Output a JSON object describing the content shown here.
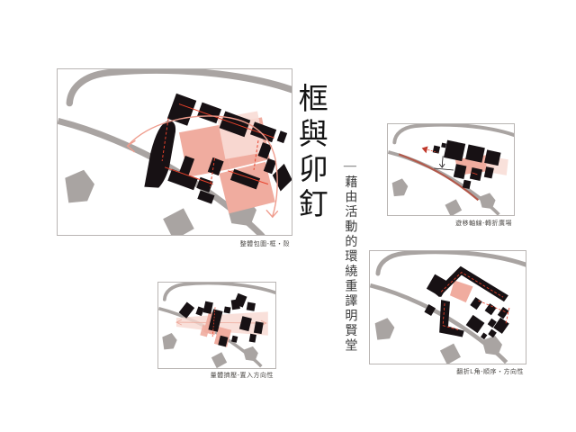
{
  "board": {
    "type": "architecture-concept-board",
    "background": "#ffffff"
  },
  "title": {
    "main": "框與卯釘",
    "subtitle": "—藉由活動的環繞重譯明賢堂"
  },
  "diagrams": {
    "overview": {
      "caption": "整體包圍-框・殼"
    },
    "axis": {
      "caption": "遊移軸線-轉折廣場"
    },
    "massing": {
      "caption": "量體擠壓-置入方向性"
    },
    "corner": {
      "caption": "翻折L角-順序・方向性"
    }
  },
  "colors": {
    "road_gray": "#a9a4a2",
    "building_black": "#171114",
    "plaza_salmon": "#f0ac9f",
    "plaza_light_pink": "#f8dcd5",
    "arrow_pink": "#ef9c8d",
    "line_red": "#e8402a",
    "road_highlight": "#b2584a",
    "frame_border": "#b9b5b3",
    "caption_gray": "#4a4744"
  }
}
